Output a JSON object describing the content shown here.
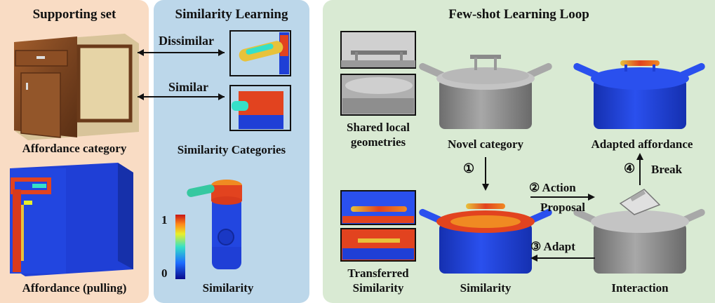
{
  "supporting_set": {
    "title": "Supporting set",
    "caption_top": "Affordance category",
    "caption_bottom": "Affordance (pulling)"
  },
  "similarity_learning": {
    "title": "Similarity Learning",
    "dissimilar": "Dissimilar",
    "similar": "Similar",
    "categories": "Similarity Categories",
    "colorbar_max": "1",
    "colorbar_min": "0",
    "similarity": "Similarity"
  },
  "loop": {
    "title": "Few-shot Learning Loop",
    "shared_local_line1": "Shared local",
    "shared_local_line2": "geometries",
    "novel_category": "Novel category",
    "adapted_affordance": "Adapted affordance",
    "step1": "①",
    "step2": "② Action",
    "step2b": "Proposal",
    "step3": "③ Adapt",
    "step4": "④",
    "break": "Break",
    "transferred_line1": "Transferred",
    "transferred_line2": "Similarity",
    "similarity": "Similarity",
    "interaction": "Interaction"
  },
  "colors": {
    "panel_orange": "#f9dcc4",
    "panel_blue": "#bcd7ea",
    "panel_green": "#d9ead3",
    "affordance_blue": "#1f3fd6",
    "affordance_red": "#e2431f",
    "pot_gray": "#8a8a8a",
    "wood": "#7a4420"
  }
}
